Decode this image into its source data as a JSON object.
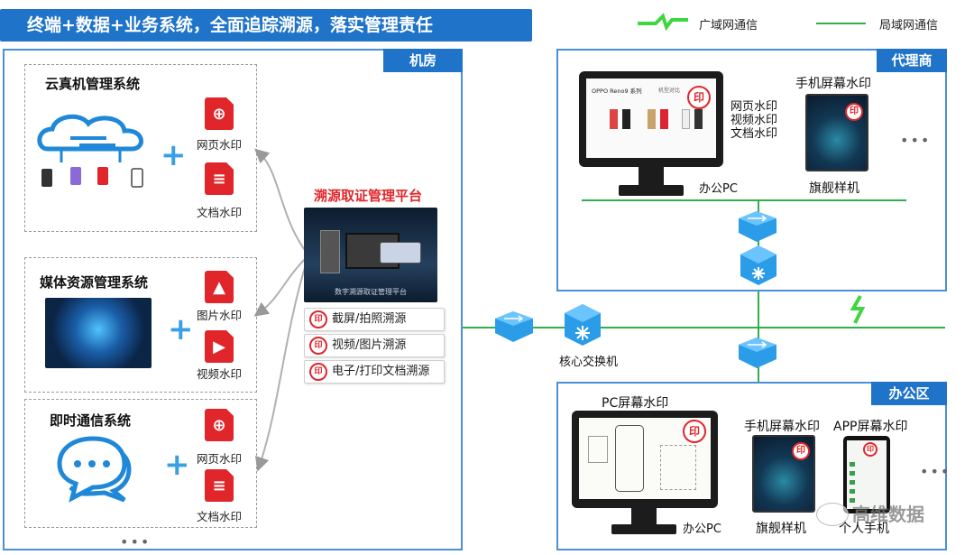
{
  "banner": "终端+数据+业务系统，全面追踪溯源，落实管理责任",
  "legend": {
    "wan": "广域网通信",
    "lan": "局域网通信"
  },
  "colors": {
    "brand_blue": "#1f73c8",
    "wm_red": "#e0262b",
    "lan_green": "#2fb04a",
    "wan_green": "#3fd63f",
    "plus_blue": "#3aa0e6"
  },
  "machine_room": {
    "tag": "机房",
    "systems": [
      {
        "title": "云真机管理系统",
        "icon": "cloud-devices-icon",
        "watermarks": [
          "网页水印",
          "文档水印"
        ]
      },
      {
        "title": "媒体资源管理系统",
        "icon": "globe-network-icon",
        "watermarks": [
          "图片水印",
          "视频水印"
        ]
      },
      {
        "title": "即时通信系统",
        "icon": "chat-bubbles-icon",
        "watermarks": [
          "网页水印",
          "文档水印"
        ]
      }
    ],
    "more": "•••"
  },
  "platform": {
    "title": "溯源取证管理平台",
    "screen_caption": "数字溯源取证管理平台",
    "features": [
      "截屏/拍照溯源",
      "视频/图片溯源",
      "电子/打印文档溯源"
    ]
  },
  "core_switch": "核心交换机",
  "agent": {
    "tag": "代理商",
    "pc_label": "办公PC",
    "pc_watermarks": [
      "网页水印",
      "视频水印",
      "文档水印"
    ],
    "phone_title": "手机屏幕水印",
    "phone_label": "旗舰样机",
    "screen_heading": "OPPO Reno9 系列",
    "screen_heading2": "机型对比",
    "more": "•••"
  },
  "office": {
    "tag": "办公区",
    "pc_title": "PC屏幕水印",
    "pc_label": "办公PC",
    "phone_title": "手机屏幕水印",
    "phone_label": "旗舰样机",
    "app_title": "APP屏幕水印",
    "app_label": "个人手机",
    "more": "•••"
  },
  "wm_glyph": "印",
  "watermark_brand": "高维数据"
}
